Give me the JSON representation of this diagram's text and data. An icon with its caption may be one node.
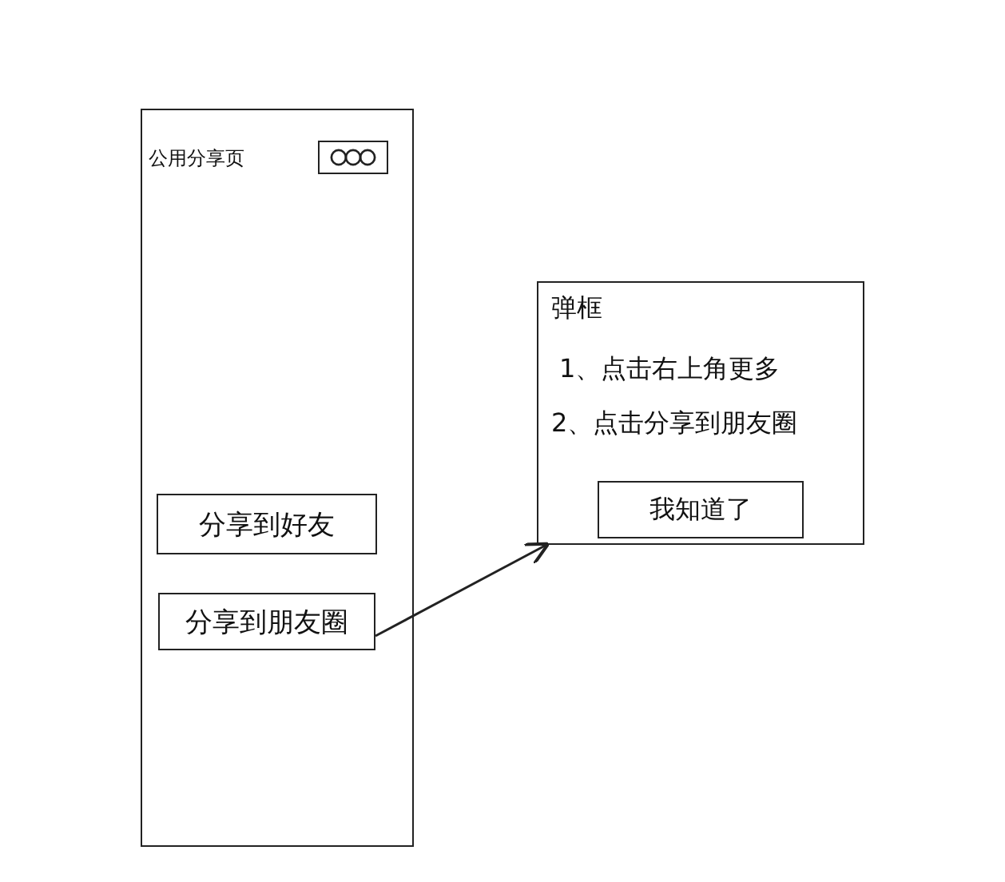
{
  "diagram": {
    "nodes": [
      {
        "text": [
          "公用分享页"
        ]
      },
      {
        "text": [],
        "shape": "box",
        "in": 0
      },
      {
        "text": [
          "分享到好友"
        ],
        "in": 0
      },
      {
        "text": [
          "分享到朋友圈"
        ],
        "in": 0
      },
      {
        "text": [
          "弹框",
          "1、点击右上角更多",
          "2、点击分享到朋友圈"
        ]
      },
      {
        "text": [
          "我知道了"
        ],
        "in": 4
      }
    ],
    "edges": [
      {
        "from": 3,
        "to": 4,
        "arrow": "to"
      }
    ]
  }
}
